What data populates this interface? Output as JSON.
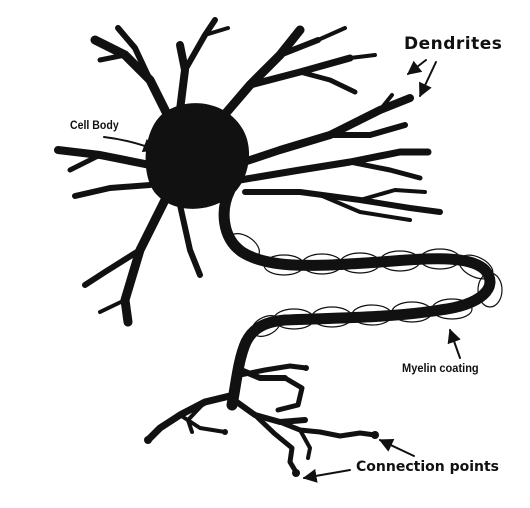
{
  "labels": {
    "dendrites": "Dendrites",
    "cell_body": "Cell Body",
    "myelin_coating": "Myelin coating",
    "connection_points": "Connection points"
  },
  "colors": {
    "ink": "#111111",
    "background": "#ffffff"
  }
}
